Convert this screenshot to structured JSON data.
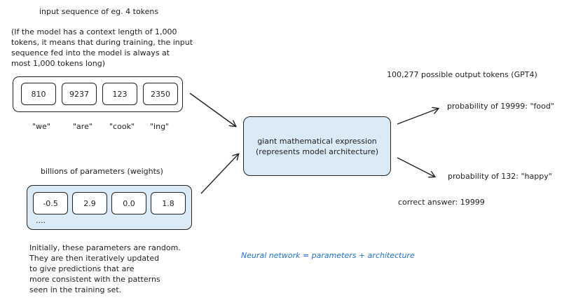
{
  "input": {
    "title": "input sequence of eg. 4 tokens",
    "note": "(If the model has a context length of 1,000\ntokens, it means that during training, the input\nsequence fed into the model is always at\nmost 1,000 tokens long)",
    "tokens": [
      {
        "id": "810",
        "text": "\"we\""
      },
      {
        "id": "9237",
        "text": "\"are\""
      },
      {
        "id": "123",
        "text": "\"cook\""
      },
      {
        "id": "2350",
        "text": "\"ing\""
      }
    ]
  },
  "parameters": {
    "title": "billions of parameters (weights)",
    "values": [
      "-0.5",
      "2.9",
      "0.0",
      "1.8"
    ],
    "ellipsis": "....",
    "note": "Initially, these parameters are random.\nThey are then iteratively updated\nto give predictions that are\nmore consistent with the patterns\nseen in the training set."
  },
  "model": {
    "line1": "giant mathematical expression",
    "line2": "(represents model architecture)"
  },
  "output": {
    "header": "100,277 possible output tokens (GPT4)",
    "prob_top": "probability of 19999: \"food\"",
    "prob_bottom": "probability of 132: \"happy\"",
    "correct": "correct answer: 19999"
  },
  "footer_note": "Neural network = parameters + architecture",
  "colors": {
    "box_fill": "#dbeaf7",
    "stroke": "#222222",
    "note_blue": "#1f6fd1"
  }
}
